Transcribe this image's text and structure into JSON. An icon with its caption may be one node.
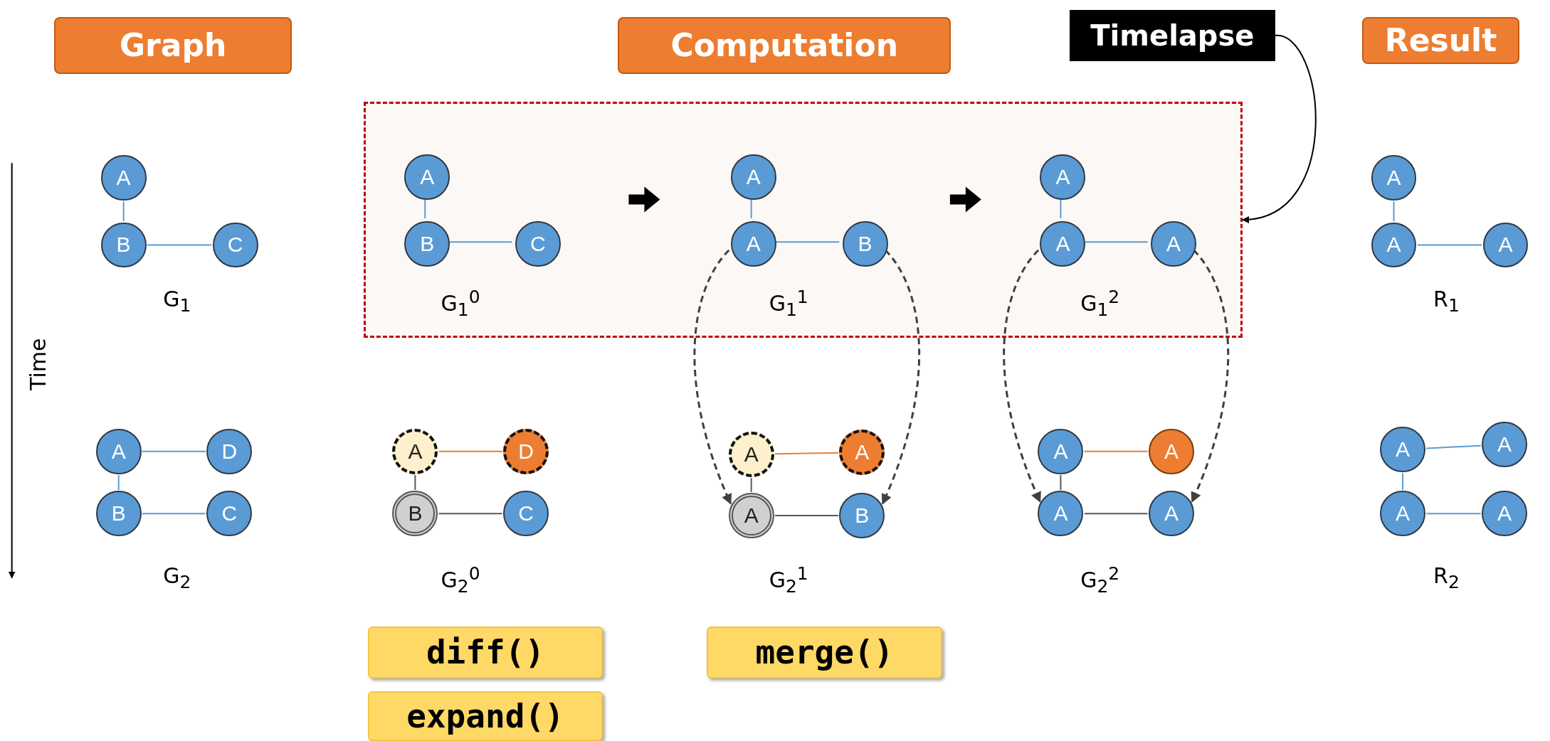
{
  "diagram": {
    "nodes": [
      {
        "text": [
          "Graph"
        ]
      },
      {
        "text": [
          "Computation"
        ]
      },
      {
        "text": [
          "Timelapse"
        ]
      },
      {
        "text": [
          "Result"
        ]
      },
      {
        "text": [],
        "shape": "box"
      },
      {
        "text": [
          "A"
        ]
      },
      {
        "text": [
          "B"
        ]
      },
      {
        "text": [
          "C"
        ]
      },
      {
        "text": [
          "A"
        ]
      },
      {
        "text": [
          "D"
        ]
      },
      {
        "text": [
          "B"
        ]
      },
      {
        "text": [
          "C"
        ]
      },
      {
        "text": [
          "A"
        ],
        "in": 4
      },
      {
        "text": [
          "B"
        ],
        "in": 4
      },
      {
        "text": [
          "C"
        ],
        "in": 4
      },
      {
        "text": [
          "A"
        ],
        "in": 4
      },
      {
        "text": [
          "A"
        ],
        "in": 4
      },
      {
        "text": [
          "B"
        ],
        "in": 4
      },
      {
        "text": [
          "A"
        ],
        "in": 4
      },
      {
        "text": [
          "A"
        ],
        "in": 4
      },
      {
        "text": [
          "A"
        ],
        "in": 4
      },
      {
        "text": [
          "A"
        ]
      },
      {
        "text": [
          "A"
        ]
      },
      {
        "text": [
          "A"
        ]
      },
      {
        "text": [
          "A"
        ]
      },
      {
        "text": [
          "A"
        ]
      },
      {
        "text": [
          "A"
        ]
      },
      {
        "text": [
          "A"
        ]
      },
      {
        "text": [
          "A"
        ]
      },
      {
        "text": [
          "D"
        ]
      },
      {
        "text": [
          "B"
        ]
      },
      {
        "text": [
          "C"
        ]
      },
      {
        "text": [
          "A"
        ]
      },
      {
        "text": [
          "A"
        ]
      },
      {
        "text": [
          "A"
        ]
      },
      {
        "text": [
          "B"
        ]
      },
      {
        "text": [
          "A"
        ]
      },
      {
        "text": [
          "A"
        ]
      },
      {
        "text": [
          "A"
        ]
      },
      {
        "text": [
          "A"
        ]
      },
      {
        "text": [
          "diff()"
        ]
      },
      {
        "text": [
          "merge()"
        ]
      },
      {
        "text": [
          "expand()"
        ]
      }
    ],
    "edges": [
      {
        "from": 2,
        "to": 4,
        "arrow": "to",
        "color": "#000000"
      },
      {
        "from": 5,
        "to": 6,
        "arrow": "none"
      },
      {
        "from": 6,
        "to": 7,
        "arrow": "none"
      },
      {
        "from": 8,
        "to": 9,
        "arrow": "none"
      },
      {
        "from": 8,
        "to": 10,
        "arrow": "none"
      },
      {
        "from": 10,
        "to": 11,
        "arrow": "none"
      },
      {
        "from": 12,
        "to": 13,
        "arrow": "none"
      },
      {
        "from": 13,
        "to": 14,
        "arrow": "none"
      },
      {
        "from": 15,
        "to": 16,
        "arrow": "none"
      },
      {
        "from": 16,
        "to": 17,
        "arrow": "none"
      },
      {
        "from": 18,
        "to": 19,
        "arrow": "none"
      },
      {
        "from": 19,
        "to": 20,
        "arrow": "none"
      },
      {
        "from": 21,
        "to": 22,
        "arrow": "none"
      },
      {
        "from": 22,
        "to": 23,
        "arrow": "none"
      },
      {
        "from": 24,
        "to": 25,
        "arrow": "none"
      },
      {
        "from": 24,
        "to": 26,
        "arrow": "none"
      },
      {
        "from": 26,
        "to": 27,
        "arrow": "none"
      },
      {
        "from": 28,
        "to": 29,
        "arrow": "none",
        "color": "#ed7d31"
      },
      {
        "from": 28,
        "to": 30,
        "arrow": "none",
        "color": "#595959"
      },
      {
        "from": 30,
        "to": 31,
        "arrow": "none",
        "color": "#595959"
      },
      {
        "from": 32,
        "to": 33,
        "arrow": "none",
        "color": "#ed7d31"
      },
      {
        "from": 32,
        "to": 34,
        "arrow": "none",
        "color": "#595959"
      },
      {
        "from": 34,
        "to": 35,
        "arrow": "none",
        "color": "#595959"
      },
      {
        "from": 36,
        "to": 37,
        "arrow": "none",
        "color": "#ed7d31"
      },
      {
        "from": 36,
        "to": 38,
        "arrow": "none",
        "color": "#595959"
      },
      {
        "from": 38,
        "to": 39,
        "arrow": "none",
        "color": "#595959"
      },
      {
        "from": 16,
        "to": 34,
        "arrow": "to",
        "style": "dashed",
        "color": "#404040"
      },
      {
        "from": 17,
        "to": 35,
        "arrow": "to",
        "style": "dashed",
        "color": "#404040"
      },
      {
        "from": 19,
        "to": 38,
        "arrow": "to",
        "style": "dashed",
        "color": "#404040"
      },
      {
        "from": 20,
        "to": 39,
        "arrow": "to",
        "style": "dashed",
        "color": "#404040"
      }
    ],
    "labels": [
      "G$_{1}$",
      "G$_{1}$$^{0}$",
      "G$_{1}$$^{1}$",
      "G$_{1}$$^{2}$",
      "R$_{1}$",
      "Time",
      "G$_{2}$",
      "G$_{2}$$^{0}$",
      "G$_{2}$$^{1}$",
      "G$_{2}$$^{2}$",
      "R$_{2}$"
    ]
  }
}
